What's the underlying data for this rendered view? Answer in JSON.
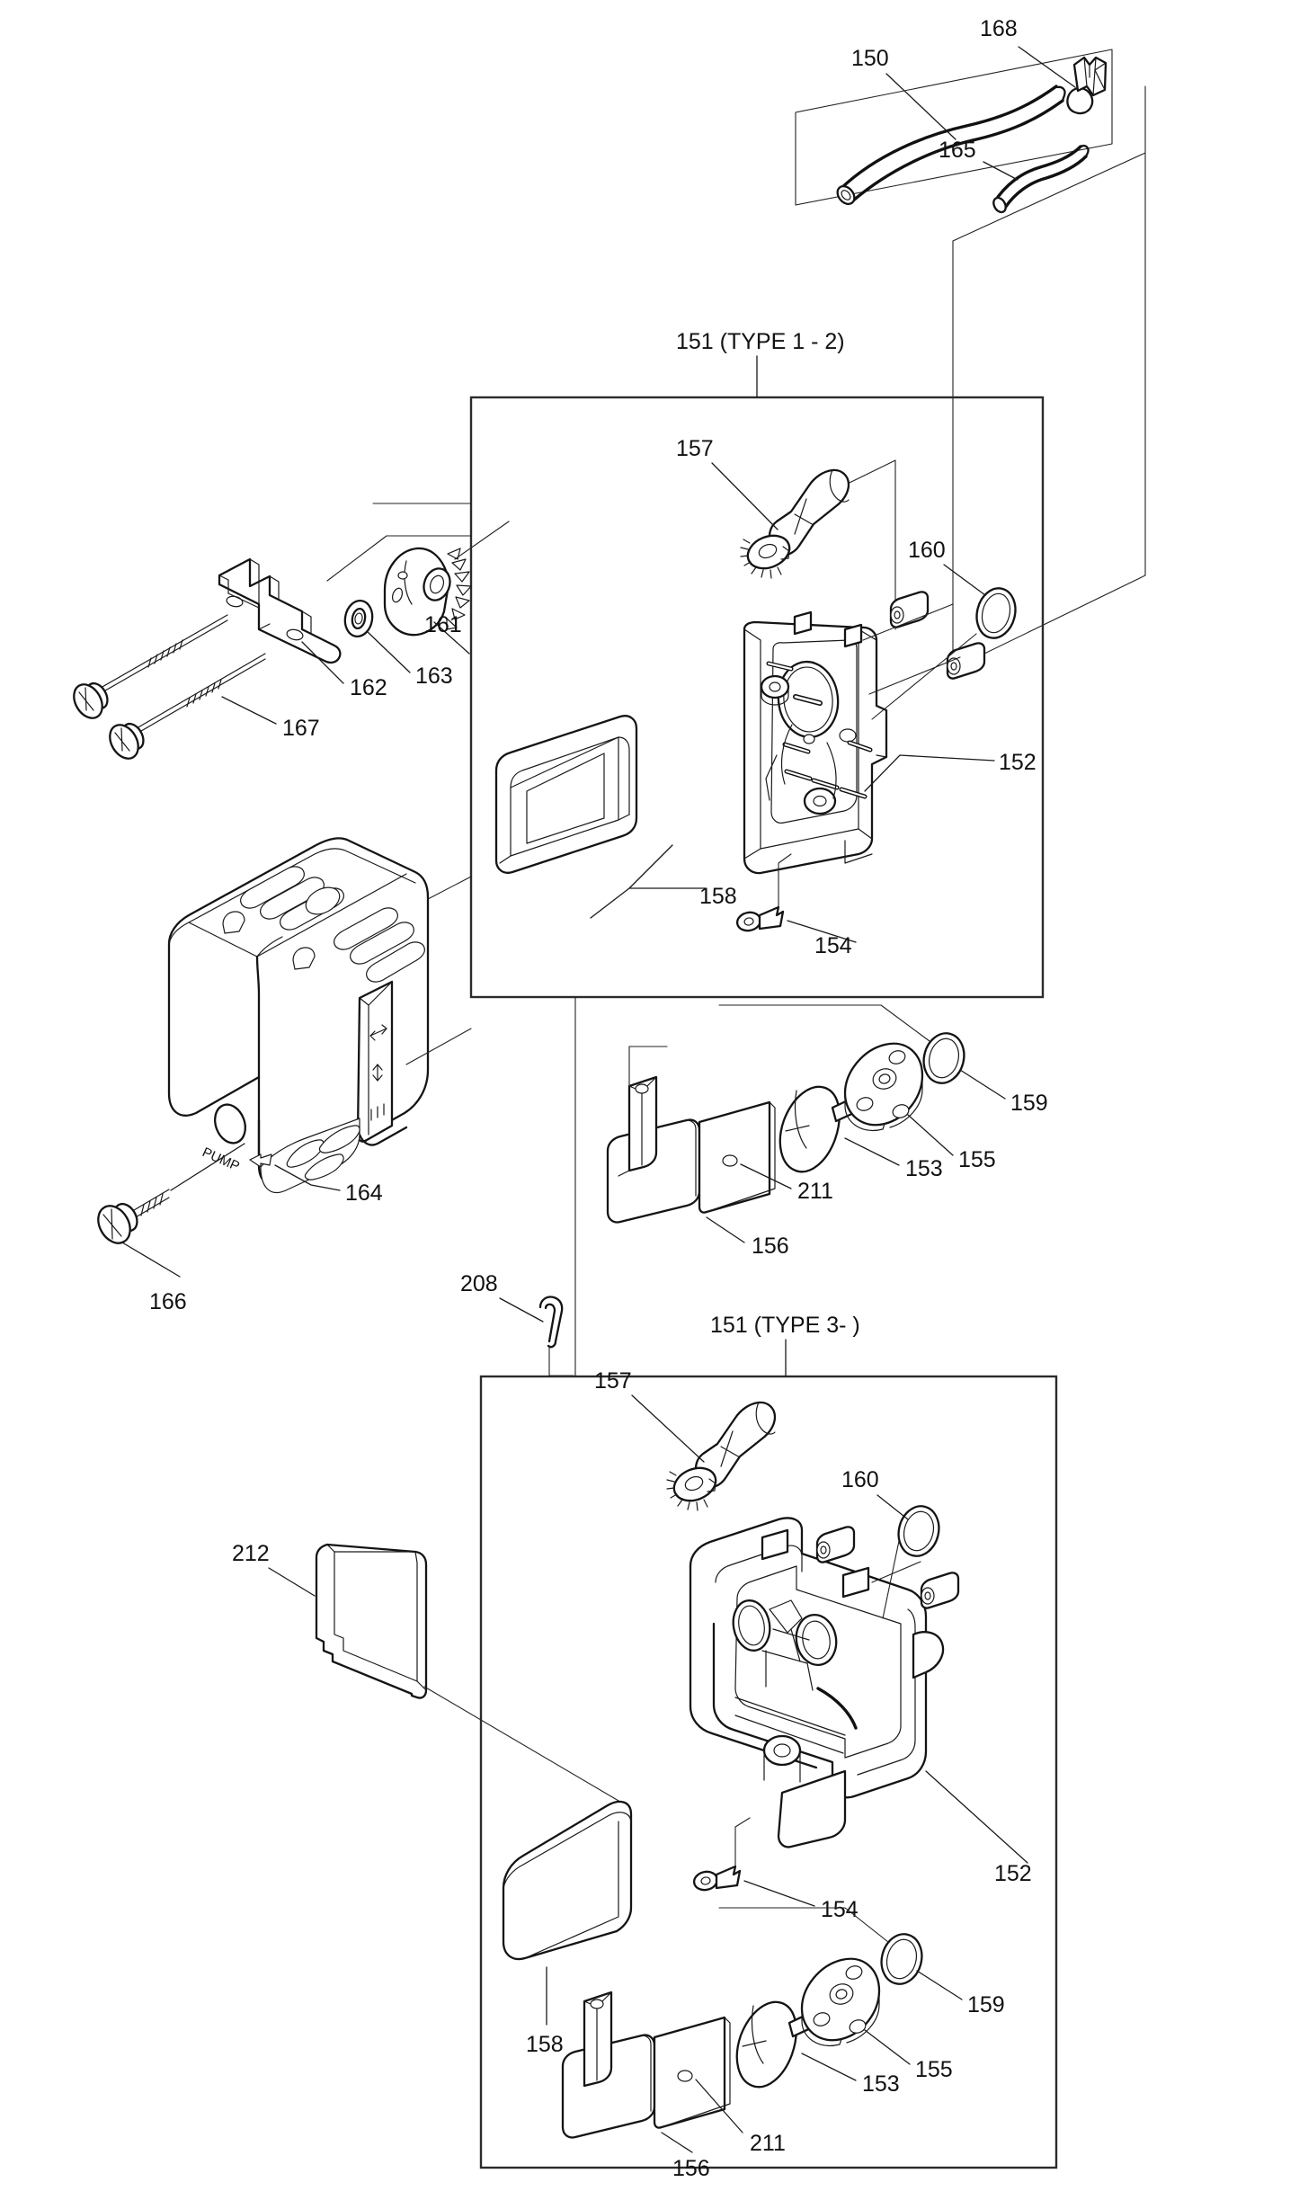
{
  "diagram": {
    "title_upper": "151 (TYPE 1 - 2)",
    "title_lower": "151 (TYPE 3- )",
    "pump_marking": "PUMP",
    "background_color": "#ffffff",
    "line_color": "#111111"
  },
  "callouts": {
    "n150": "150",
    "n168": "168",
    "n165": "165",
    "n157": "157",
    "n160": "160",
    "n161": "161",
    "n162": "162",
    "n163": "163",
    "n167": "167",
    "n152": "152",
    "n158": "158",
    "n154": "154",
    "n159": "159",
    "n155": "155",
    "n153": "153",
    "n211": "211",
    "n156": "156",
    "n164": "164",
    "n166": "166",
    "n208": "208",
    "n212": "212",
    "n157b": "157",
    "n160b": "160",
    "n152b": "152",
    "n154b": "154",
    "n158b": "158",
    "n159b": "159",
    "n155b": "155",
    "n153b": "153",
    "n211b": "211",
    "n156b": "156"
  },
  "parts": [
    {
      "ref": "150",
      "name": "fuel-hose",
      "section": "top"
    },
    {
      "ref": "168",
      "name": "hose-clip",
      "section": "top"
    },
    {
      "ref": "165",
      "name": "primer-hose",
      "section": "top"
    },
    {
      "ref": "157",
      "name": "choke-lever",
      "section": "type1-2"
    },
    {
      "ref": "160",
      "name": "o-ring",
      "section": "type1-2"
    },
    {
      "ref": "152",
      "name": "carburetor-case",
      "section": "type1-2"
    },
    {
      "ref": "158",
      "name": "air-filter-element",
      "section": "type1-2"
    },
    {
      "ref": "154",
      "name": "filter-knob-screw",
      "section": "type1-2"
    },
    {
      "ref": "159",
      "name": "o-ring-small",
      "section": "type1-2"
    },
    {
      "ref": "155",
      "name": "valve-plate",
      "section": "type1-2"
    },
    {
      "ref": "153",
      "name": "primer-pump",
      "section": "type1-2"
    },
    {
      "ref": "211",
      "name": "cover-plate",
      "section": "type1-2"
    },
    {
      "ref": "156",
      "name": "slide-bracket",
      "section": "type1-2"
    },
    {
      "ref": "161",
      "name": "cam-gear",
      "section": "left"
    },
    {
      "ref": "163",
      "name": "washer",
      "section": "left"
    },
    {
      "ref": "162",
      "name": "mounting-bracket",
      "section": "left"
    },
    {
      "ref": "167",
      "name": "long-bolt",
      "section": "left"
    },
    {
      "ref": "164",
      "name": "air-cleaner-cover",
      "section": "left"
    },
    {
      "ref": "166",
      "name": "cover-screw",
      "section": "left"
    },
    {
      "ref": "208",
      "name": "u-clip",
      "section": "middle"
    },
    {
      "ref": "212",
      "name": "baffle-plate",
      "section": "type3"
    }
  ]
}
